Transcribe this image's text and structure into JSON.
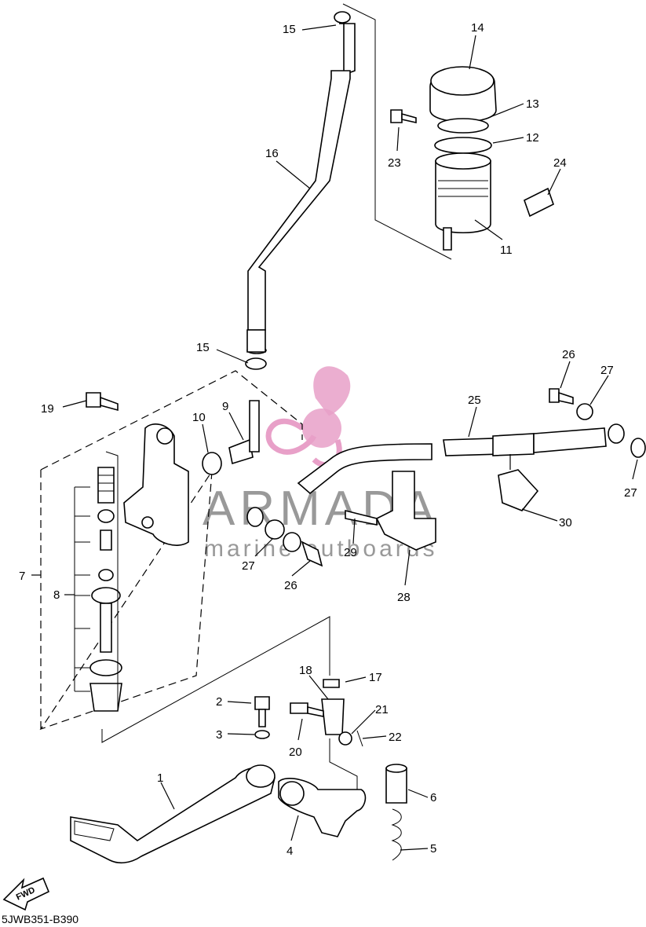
{
  "diagram_code": "5JWB351-B390",
  "fwd_label": "FWD",
  "watermark": {
    "brand": "ARMADA",
    "tagline": "marine outboards"
  },
  "callouts": {
    "p1": "1",
    "p2": "2",
    "p3": "3",
    "p4": "4",
    "p5": "5",
    "p6": "6",
    "p7": "7",
    "p8": "8",
    "p9": "9",
    "p10": "10",
    "p11": "11",
    "p12": "12",
    "p13": "13",
    "p14": "14",
    "p15a": "15",
    "p15b": "15",
    "p16": "16",
    "p17": "17",
    "p18": "18",
    "p19": "19",
    "p20": "20",
    "p21": "21",
    "p22": "22",
    "p23": "23",
    "p24": "24",
    "p25": "25",
    "p26a": "26",
    "p26b": "26",
    "p27a": "27",
    "p27b": "27",
    "p27c": "27",
    "p28": "28",
    "p29": "29",
    "p30": "30"
  }
}
